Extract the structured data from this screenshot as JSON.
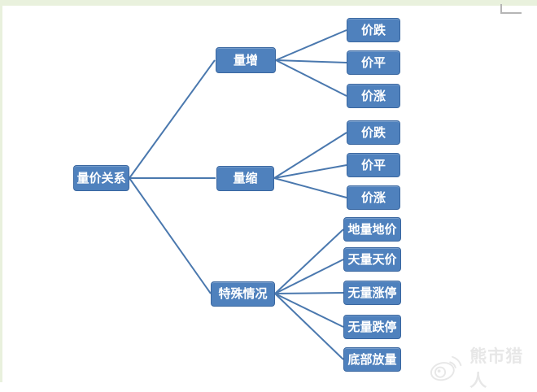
{
  "colors": {
    "page_background": "#ffffff",
    "top_band": "#e9f1dd",
    "corner_mark": "#b5b5b5",
    "node_fill": "#4f81bd",
    "node_border": "#3a67a0",
    "node_text": "#ffffff",
    "connector": "#4a78ae",
    "watermark": "#e7e7e7"
  },
  "diagram": {
    "root": {
      "label": "量价关系"
    },
    "branches": [
      {
        "label": "量增",
        "children": [
          {
            "label": "价跌"
          },
          {
            "label": "价平"
          },
          {
            "label": "价涨"
          }
        ]
      },
      {
        "label": "量缩",
        "children": [
          {
            "label": "价跌"
          },
          {
            "label": "价平"
          },
          {
            "label": "价涨"
          }
        ]
      },
      {
        "label": "特殊情况",
        "children": [
          {
            "label": "地量地价"
          },
          {
            "label": "天量天价"
          },
          {
            "label": "无量涨停"
          },
          {
            "label": "无量跌停"
          },
          {
            "label": "底部放量"
          }
        ]
      }
    ]
  },
  "watermark": {
    "icon": "weibo-logo-icon",
    "text": "熊市猎人"
  }
}
